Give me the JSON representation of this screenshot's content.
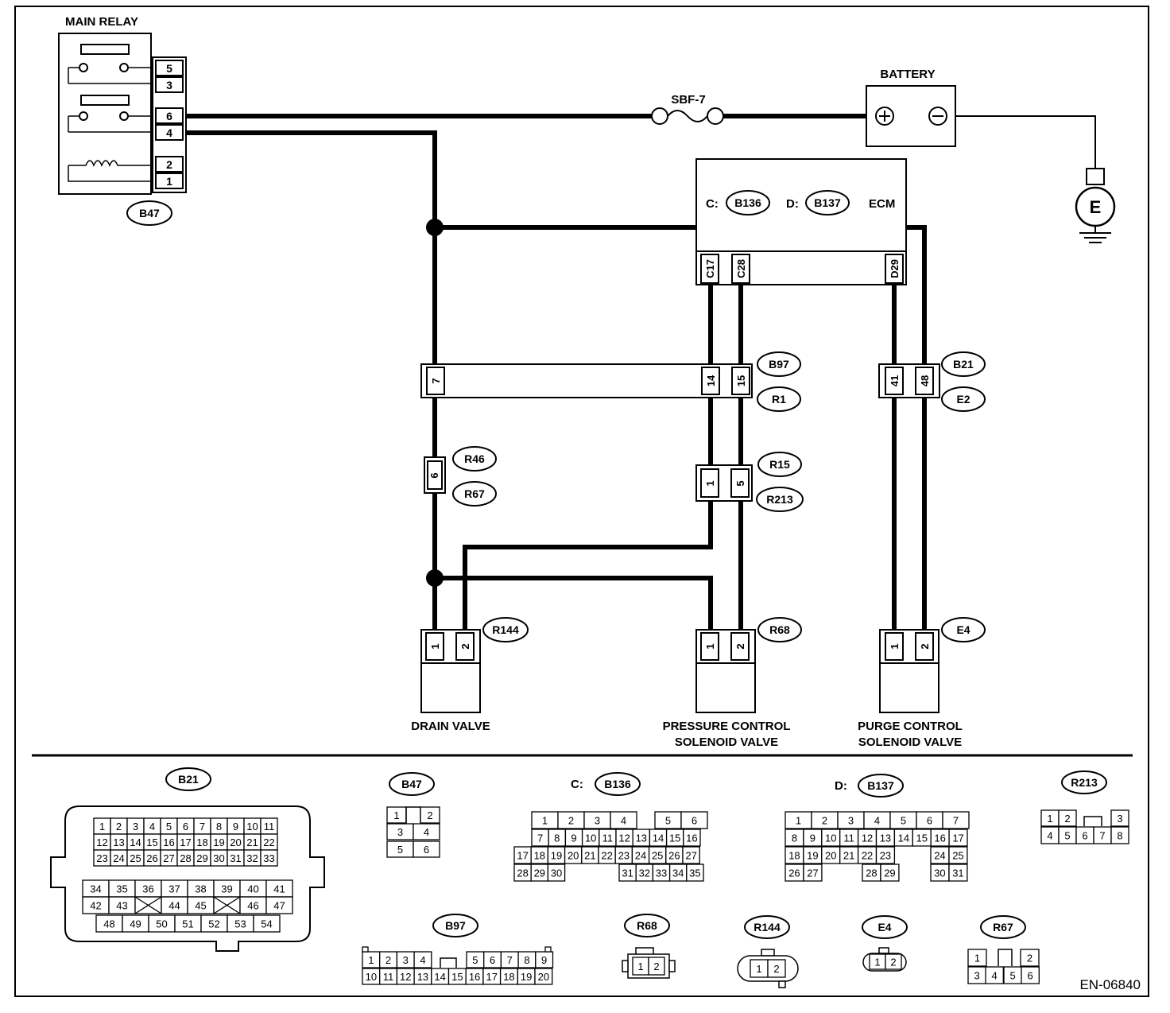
{
  "labels": {
    "main_relay": "MAIN RELAY",
    "battery": "BATTERY",
    "fuse": "SBF-7",
    "ecm": "ECM",
    "ecm_c": "C:",
    "ecm_d": "D:",
    "ground": "E",
    "drain_valve": "DRAIN VALVE",
    "pressure_valve_1": "PRESSURE CONTROL",
    "pressure_valve_2": "SOLENOID VALVE",
    "purge_valve_1": "PURGE CONTROL",
    "purge_valve_2": "SOLENOID VALVE",
    "doc_id": "EN-06840"
  },
  "connectors": {
    "B47": "B47",
    "B136": "B136",
    "B137": "B137",
    "B97": "B97",
    "R1": "R1",
    "B21": "B21",
    "E2": "E2",
    "R46": "R46",
    "R67": "R67",
    "R15": "R15",
    "R213": "R213",
    "R144": "R144",
    "R68": "R68",
    "E4": "E4"
  },
  "pins": {
    "relay": [
      "5",
      "3",
      "6",
      "4",
      "2",
      "1"
    ],
    "ecm": [
      "C17",
      "C28",
      "D29"
    ],
    "b97": [
      "7",
      "14",
      "15"
    ],
    "b21": [
      "41",
      "48"
    ],
    "r46": "6",
    "r15": [
      "1",
      "5"
    ],
    "r144": [
      "1",
      "2"
    ],
    "r68": [
      "1",
      "2"
    ],
    "e4": [
      "1",
      "2"
    ]
  },
  "connector_views": {
    "B21": {
      "title": "B21",
      "rows": [
        [
          "1",
          "2",
          "3",
          "4",
          "5",
          "6",
          "7",
          "8",
          "9",
          "10",
          "11"
        ],
        [
          "12",
          "13",
          "14",
          "15",
          "16",
          "17",
          "18",
          "19",
          "20",
          "21",
          "22"
        ],
        [
          "23",
          "24",
          "25",
          "26",
          "27",
          "28",
          "29",
          "30",
          "31",
          "32",
          "33"
        ],
        [
          "34",
          "35",
          "36",
          "37",
          "38",
          "39",
          "40",
          "41"
        ],
        [
          "42",
          "43",
          "",
          "44",
          "45",
          "",
          "46",
          "47"
        ],
        [
          "48",
          "49",
          "50",
          "51",
          "52",
          "53",
          "54"
        ]
      ]
    },
    "B47": {
      "title": "B47",
      "rows": [
        [
          "1",
          "",
          "2"
        ],
        [
          "3",
          "4"
        ],
        [
          "5",
          "6"
        ]
      ]
    },
    "B136": {
      "prefix": "C:",
      "title": "B136",
      "rows": [
        [
          "1",
          "2",
          "3",
          "4",
          "",
          "5",
          "6"
        ],
        [
          "7",
          "8",
          "9",
          "10",
          "11",
          "12",
          "13",
          "14",
          "15",
          "16"
        ],
        [
          "17",
          "18",
          "19",
          "20",
          "21",
          "22",
          "23",
          "24",
          "25",
          "26",
          "27"
        ],
        [
          "28",
          "29",
          "30",
          "",
          "",
          "31",
          "32",
          "33",
          "34",
          "35"
        ]
      ]
    },
    "B137": {
      "prefix": "D:",
      "title": "B137",
      "rows": [
        [
          "1",
          "2",
          "3",
          "4",
          "5",
          "6",
          "7"
        ],
        [
          "8",
          "9",
          "10",
          "11",
          "12",
          "13",
          "14",
          "15",
          "16",
          "17"
        ],
        [
          "18",
          "19",
          "20",
          "21",
          "22",
          "23",
          "",
          "24",
          "25"
        ],
        [
          "26",
          "27",
          "",
          "28",
          "29",
          "",
          "30",
          "31"
        ]
      ]
    },
    "R213": {
      "title": "R213",
      "rows": [
        [
          "1",
          "2",
          "",
          "3"
        ],
        [
          "4",
          "5",
          "6",
          "7",
          "8"
        ]
      ]
    },
    "B97": {
      "title": "B97",
      "rows": [
        [
          "1",
          "2",
          "3",
          "4",
          "",
          "5",
          "6",
          "7",
          "8",
          "9"
        ],
        [
          "10",
          "11",
          "12",
          "13",
          "14",
          "15",
          "16",
          "17",
          "18",
          "19",
          "20"
        ]
      ]
    },
    "R68": {
      "title": "R68",
      "rows": [
        [
          "1",
          "2"
        ]
      ]
    },
    "R144": {
      "title": "R144",
      "rows": [
        [
          "1",
          "2"
        ]
      ]
    },
    "E4": {
      "title": "E4",
      "rows": [
        [
          "1",
          "2"
        ]
      ]
    },
    "R67": {
      "title": "R67",
      "rows": [
        [
          "1",
          "",
          "2"
        ],
        [
          "3",
          "4",
          "5",
          "6"
        ]
      ]
    }
  }
}
